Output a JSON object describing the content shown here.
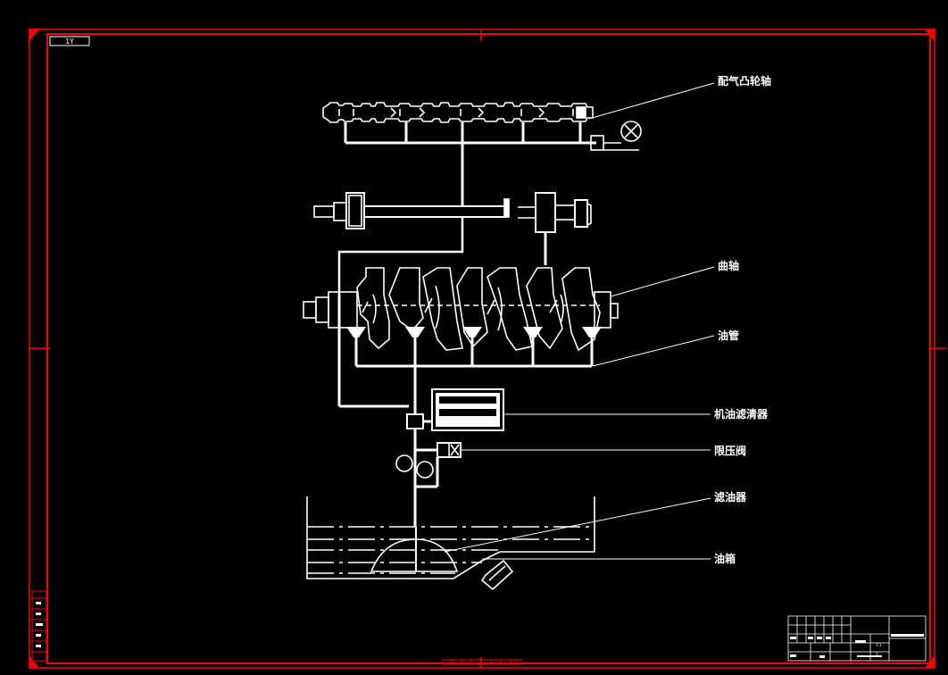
{
  "sheet": {
    "code": "1Y",
    "frame_color": "#ff0000",
    "line_color": "#ffffff"
  },
  "labels": {
    "camshaft": "配气凸轮轴",
    "crankshaft": "曲轴",
    "oil_pipe": "油管",
    "oil_filter": "机油滤清器",
    "pressure_valve": "限压阀",
    "strainer": "滤油器",
    "oil_pan": "油箱"
  },
  "title_block": {
    "scale": "1:1",
    "sheet_no": "1"
  }
}
